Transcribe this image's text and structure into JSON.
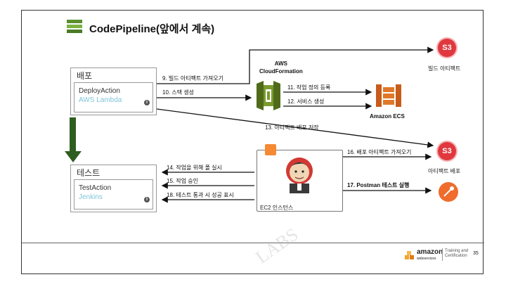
{
  "title": "CodePipeline(앞에서 계속)",
  "stages": {
    "deploy": {
      "title": "배포",
      "action_name": "DeployAction",
      "provider": "AWS Lambda"
    },
    "test": {
      "title": "테스트",
      "action_name": "TestAction",
      "provider": "Jenkins"
    }
  },
  "nodes": {
    "cloudformation": "AWS\nCloudFormation",
    "ecs": "Amazon ECS",
    "s3_build": "빌드 아티팩트",
    "s3_deploy": "아티팩트 배포",
    "s3_icon_text": "S3",
    "ec2": "EC2 인스턴스"
  },
  "arrows": {
    "a9": "9. 빌드 아티팩트 가져오기",
    "a10": "10. 스택 생성",
    "a11": "11. 작업 정의 등록",
    "a12": "12. 서비스 생성",
    "a13": "13. 아티팩트 배포 저장",
    "a14": "14. 작업을 위해 폴 실시",
    "a15": "15. 작업 승인",
    "a16": "16. 배포 아티팩트 가져오기",
    "a17": "17. Postman 테스트 실행",
    "a18": "18. 테스트 통과 시 성공 표시"
  },
  "footer": {
    "brand": "amazon",
    "brand_sub": "webservices",
    "training": "Training and\nCertification",
    "page": "35"
  },
  "info_glyph": "i",
  "colors": {
    "arrow": "#111111",
    "s3_red": "#e0383e",
    "cloudformation_green": "#6b8e23",
    "ecs_orange": "#e0782a",
    "provider_blue": "#7fc4d9",
    "stage_arrow_green": "#2e5e1f",
    "jenkins_tag_orange": "#f58a33",
    "postman_orange": "#ef6c2c"
  }
}
